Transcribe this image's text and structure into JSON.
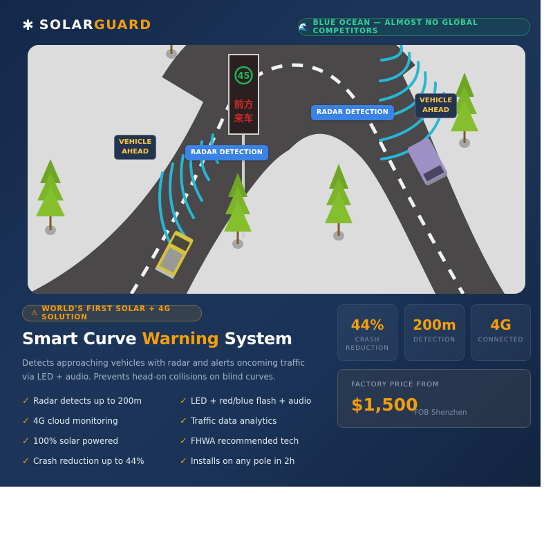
{
  "header": {
    "logo_icon": "snowflake-sun-icon",
    "logo_main": "SOLAR",
    "logo_accent": "GUARD",
    "badge_icon": "wave-icon",
    "badge_text": "BLUE OCEAN — ALMOST NO GLOBAL COMPETITORS"
  },
  "illustration": {
    "sign_speed": "45",
    "sign_line1": "前方",
    "sign_line2": "来车",
    "radar_label_left": "RADAR DETECTION",
    "radar_label_right": "RADAR DETECTION",
    "vehicle_label_left_1": "VEHICLE",
    "vehicle_label_left_2": "AHEAD",
    "vehicle_label_right_1": "VEHICLE",
    "vehicle_label_right_2": "AHEAD"
  },
  "product": {
    "badge_icon": "warning-icon",
    "badge_text": "WORLD'S FIRST SOLAR + 4G SOLUTION",
    "title_pre": "Smart Curve ",
    "title_accent": "Warning",
    "title_post": " System",
    "description": "Detects approaching vehicles with radar and alerts oncoming traffic via LED + audio. Prevents head-on collisions on blind curves.",
    "features": [
      "Radar detects up to 200m",
      "LED + red/blue flash + audio",
      "4G cloud monitoring",
      "Traffic data analytics",
      "100% solar powered",
      "FHWA recommended tech",
      "Crash reduction up to 44%",
      "Installs on any pole in 2h"
    ],
    "check_glyph": "✓"
  },
  "stats": [
    {
      "value": "44%",
      "label": "CRASH REDUCTION"
    },
    {
      "value": "200m",
      "label": "DETECTION"
    },
    {
      "value": "4G",
      "label": "CONNECTED"
    }
  ],
  "price": {
    "label": "FACTORY PRICE FROM",
    "value": "$1,500",
    "note": "FOB Shenzhen"
  },
  "colors": {
    "accent": "#f59e0b",
    "green_badge": "#34d399",
    "radar_blue": "#3b82e6",
    "vehicle_yellow": "#f7c948",
    "background": "#1a3357"
  }
}
